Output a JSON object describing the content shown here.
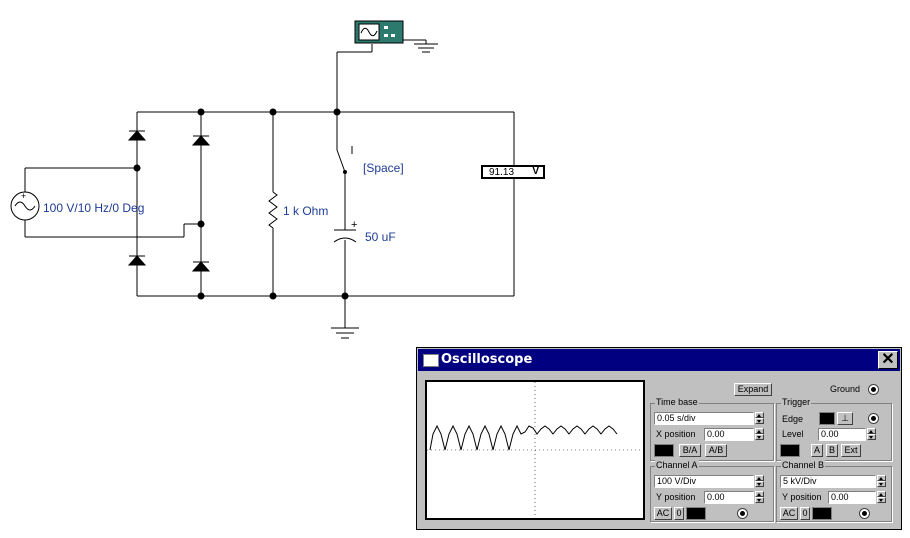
{
  "circuit": {
    "source_label": "100 V/10 Hz/0 Deg",
    "resistor_label": "1 k Ohm",
    "capacitor_label": "50 uF",
    "capacitor_plus": "+",
    "switch_key_label": "[Space]",
    "voltmeter_value": "91.13",
    "voltmeter_unit": "V"
  },
  "oscilloscope": {
    "title": "Oscilloscope",
    "close_glyph": "✕",
    "expand_label": "Expand",
    "ground_label": "Ground",
    "time_base": {
      "group_label": "Time base",
      "value": "0.05 s/div",
      "x_position_label": "X position",
      "x_position_value": "0.00",
      "ba_label": "B/A",
      "ab_label": "A/B"
    },
    "trigger": {
      "group_label": "Trigger",
      "edge_label": "Edge",
      "level_label": "Level",
      "level_value": "0.00",
      "a_label": "A",
      "b_label": "B",
      "ext_label": "Ext"
    },
    "channel_a": {
      "group_label": "Channel A",
      "value": "100 V/Div",
      "y_position_label": "Y position",
      "y_position_value": "0.00",
      "ac_label": "AC",
      "zero_label": "0"
    },
    "channel_b": {
      "group_label": "Channel B",
      "value": "5 kV/Div",
      "y_position_label": "Y position",
      "y_position_value": "0.00",
      "ac_label": "AC",
      "zero_label": "0"
    }
  },
  "colors": {
    "wire": "#000000",
    "label_text": "#1e3c96",
    "title_bar": "#000080",
    "scope_instrument": "#2c7a6e"
  }
}
